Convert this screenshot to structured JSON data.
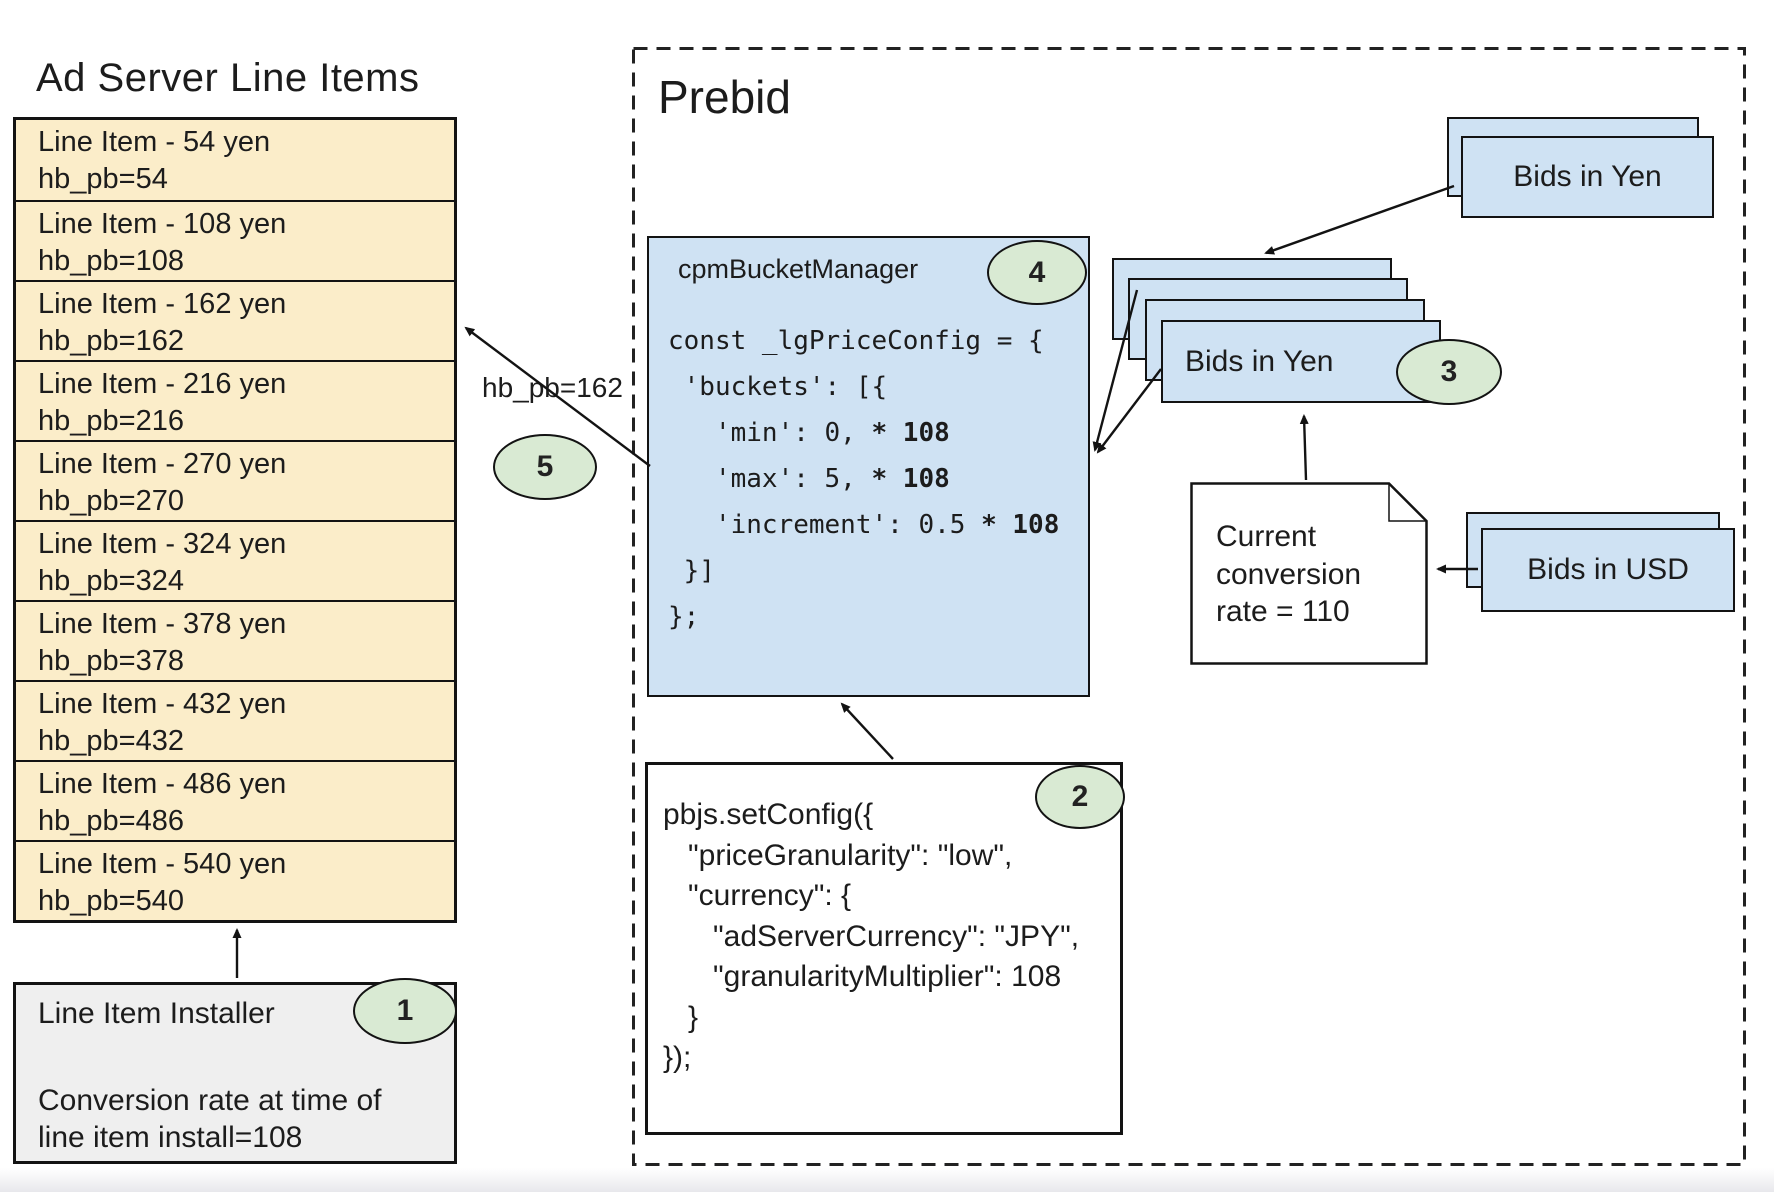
{
  "ad_server": {
    "title": "Ad Server Line Items",
    "line_items": [
      {
        "label": "Line Item - 54 yen",
        "key": "hb_pb=54"
      },
      {
        "label": "Line Item - 108 yen",
        "key": "hb_pb=108"
      },
      {
        "label": "Line Item - 162 yen",
        "key": "hb_pb=162"
      },
      {
        "label": "Line Item - 216 yen",
        "key": "hb_pb=216"
      },
      {
        "label": "Line Item - 270 yen",
        "key": "hb_pb=270"
      },
      {
        "label": "Line Item - 324 yen",
        "key": "hb_pb=324"
      },
      {
        "label": "Line Item - 378 yen",
        "key": "hb_pb=378"
      },
      {
        "label": "Line Item - 432 yen",
        "key": "hb_pb=432"
      },
      {
        "label": "Line Item - 486 yen",
        "key": "hb_pb=486"
      },
      {
        "label": "Line Item - 540 yen",
        "key": "hb_pb=540"
      }
    ],
    "installer": {
      "title": "Line Item Installer",
      "badge": "1",
      "note_line1": "Conversion rate at time of",
      "note_line2": "line item install=108"
    }
  },
  "prebid": {
    "title": "Prebid",
    "bucket_manager": {
      "title": "cpmBucketManager",
      "badge": "4",
      "code": [
        {
          "pre": "const _lgPriceConfig = {",
          "bold": ""
        },
        {
          "pre": " 'buckets': [{",
          "bold": ""
        },
        {
          "pre": "   'min': 0, ",
          "bold": "* 108"
        },
        {
          "pre": "   'max': 5, ",
          "bold": "* 108"
        },
        {
          "pre": "   'increment': 0.5 ",
          "bold": "* 108"
        },
        {
          "pre": " }]",
          "bold": ""
        },
        {
          "pre": "};",
          "bold": ""
        }
      ]
    },
    "hb_pb_label": "hb_pb=162",
    "step5_badge": "5",
    "set_config": {
      "badge": "2",
      "lines": [
        "pbjs.setConfig({",
        "   \"priceGranularity\": \"low\",",
        "   \"currency\": {",
        "      \"adServerCurrency\": \"JPY\",",
        "      \"granularityMultiplier\": 108",
        "   }",
        "});"
      ]
    },
    "bids_in_yen_top": {
      "label": "Bids in Yen"
    },
    "bids_in_yen_stack": {
      "label": "Bids in Yen",
      "badge": "3"
    },
    "conversion_note": {
      "line1": "Current",
      "line2": "conversion",
      "line3": "rate = 110"
    },
    "bids_in_usd": {
      "label": "Bids in USD"
    }
  },
  "colors": {
    "card_blue": "#CFE2F3",
    "badge_green": "#D9EAD3",
    "table_yellow": "#FBEDC9",
    "installer_gray": "#EFEFEF",
    "line_black": "#131313"
  }
}
